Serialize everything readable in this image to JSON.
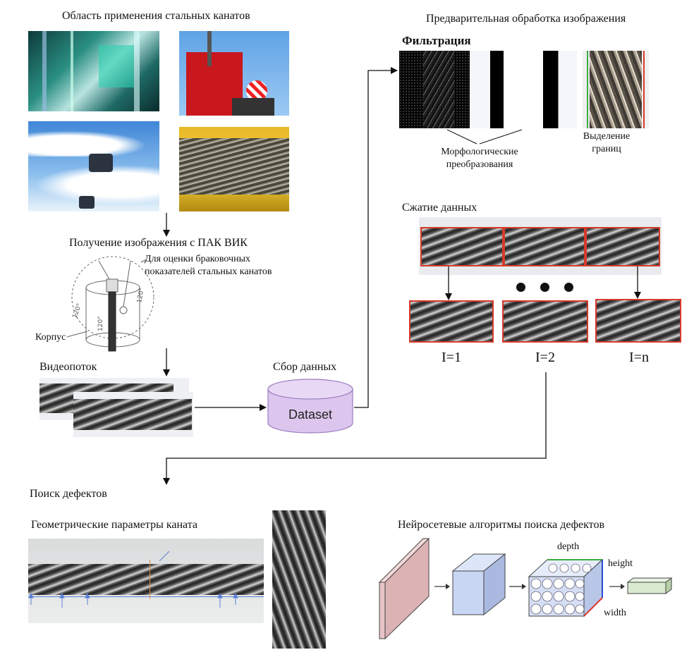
{
  "applications": {
    "title": "Область применения стальных канатов",
    "photos": [
      "elevator-shaft-photo",
      "crane-hook-photo",
      "cable-car-photo",
      "winch-drum-photo"
    ]
  },
  "image_acquisition": {
    "title": "Получение изображения с ПАК ВИК",
    "purpose": "Для оценки браковочных показателей стальных канатов",
    "purpose_line1": "Для оценки браковочных",
    "purpose_line2": "показателей стальных канатов",
    "housing_label": "Корпус",
    "angle_labels": [
      "120°",
      "120°",
      "120°"
    ]
  },
  "video": {
    "title": "Видеопоток"
  },
  "data_collection": {
    "title": "Сбор данных",
    "db_label": "Dataset"
  },
  "preprocessing": {
    "title": "Предварительная обработка изображения",
    "filter_label": "Фильтрация",
    "morph_label_1": "Морфологические",
    "morph_label_2": "преобразования",
    "edge_label_1": "Выделение",
    "edge_label_2": "границ"
  },
  "compression": {
    "title": "Сжатие данных",
    "segments": [
      "I=1",
      "I=2",
      "I=n"
    ]
  },
  "defect_search": {
    "title": "Поиск дефектов",
    "geometry_label": "Геометрические параметры каната",
    "nn_label": "Нейросетевые алгоритмы поиска дефектов",
    "cnn_labels": {
      "depth": "depth",
      "height": "height",
      "width": "width"
    }
  },
  "colors": {
    "arrow": "#111111",
    "dataset_fill": "#dcc6ee",
    "dataset_stroke": "#9b7cc0",
    "highlight_red": "#d83a2a",
    "cnn_pink": "#e7c4c6",
    "cnn_blue": "#c9d6f3",
    "cnn_green": "#d9ead0",
    "blue_arrow": "#5b7fd6"
  }
}
